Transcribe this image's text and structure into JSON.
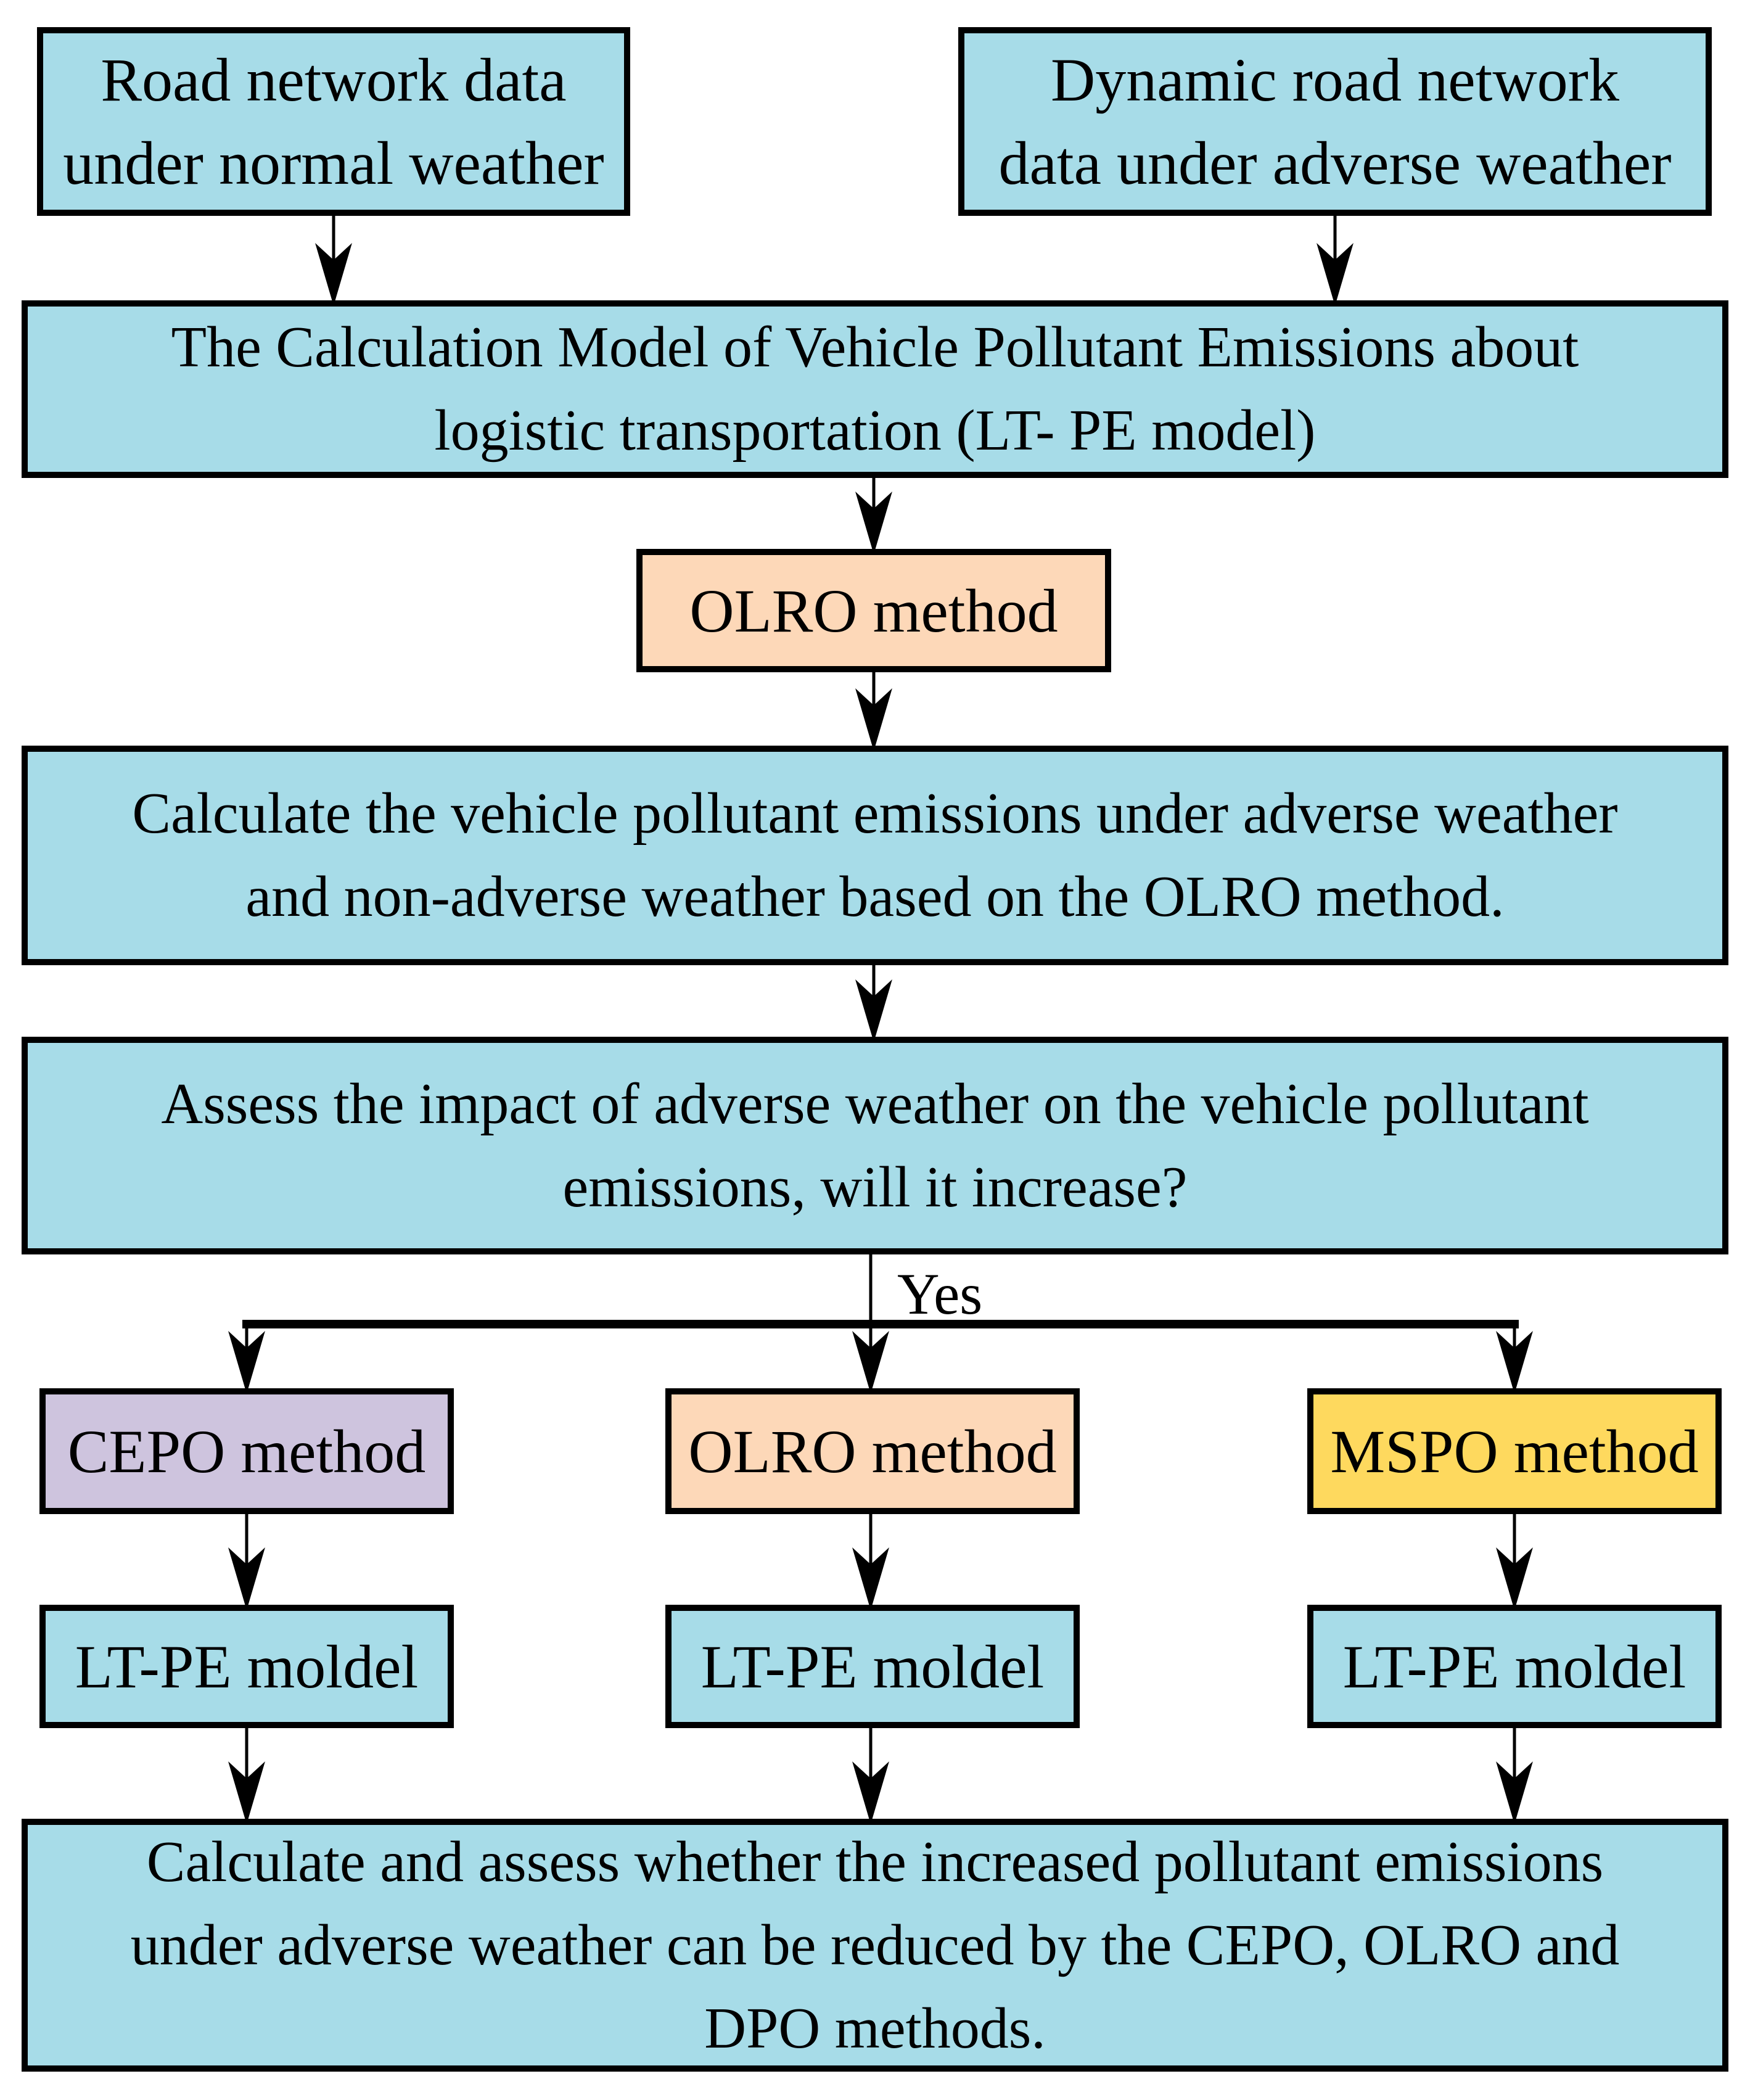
{
  "colors": {
    "box_blue": "#A7DCE8",
    "box_peach": "#FDD8B8",
    "box_purple": "#CEC4DE",
    "box_yellow": "#FED95E",
    "line_black": "#000000"
  },
  "flowchart": {
    "top_left_box": {
      "lines": [
        "Road network data",
        "under normal weather"
      ]
    },
    "top_right_box": {
      "lines": [
        "Dynamic road network",
        "data under adverse weather"
      ]
    },
    "model_box": {
      "lines": [
        "The Calculation Model of Vehicle Pollutant Emissions about",
        "logistic transportation (LT- PE model)"
      ]
    },
    "olro_top_box": {
      "label": "OLRO method"
    },
    "calculate_box": {
      "lines": [
        "Calculate the vehicle pollutant emissions under adverse weather",
        "and non-adverse weather based on the OLRO method."
      ]
    },
    "assess_box": {
      "lines": [
        "Assess the impact of adverse weather on the vehicle pollutant",
        "emissions, will it increase?"
      ]
    },
    "yes_label": "Yes",
    "method_boxes": [
      {
        "label": "CEPO method",
        "fill": "#CEC4DE"
      },
      {
        "label": "OLRO method",
        "fill": "#FDD8B8"
      },
      {
        "label": "MSPO method",
        "fill": "#FED95E"
      }
    ],
    "ltpe_boxes": [
      {
        "label": "LT-PE moldel"
      },
      {
        "label": "LT-PE moldel"
      },
      {
        "label": "LT-PE moldel"
      }
    ],
    "final_box": {
      "lines": [
        "Calculate and assess whether the increased pollutant emissions",
        "under adverse weather can be reduced by the CEPO, OLRO and",
        "DPO methods."
      ]
    }
  }
}
